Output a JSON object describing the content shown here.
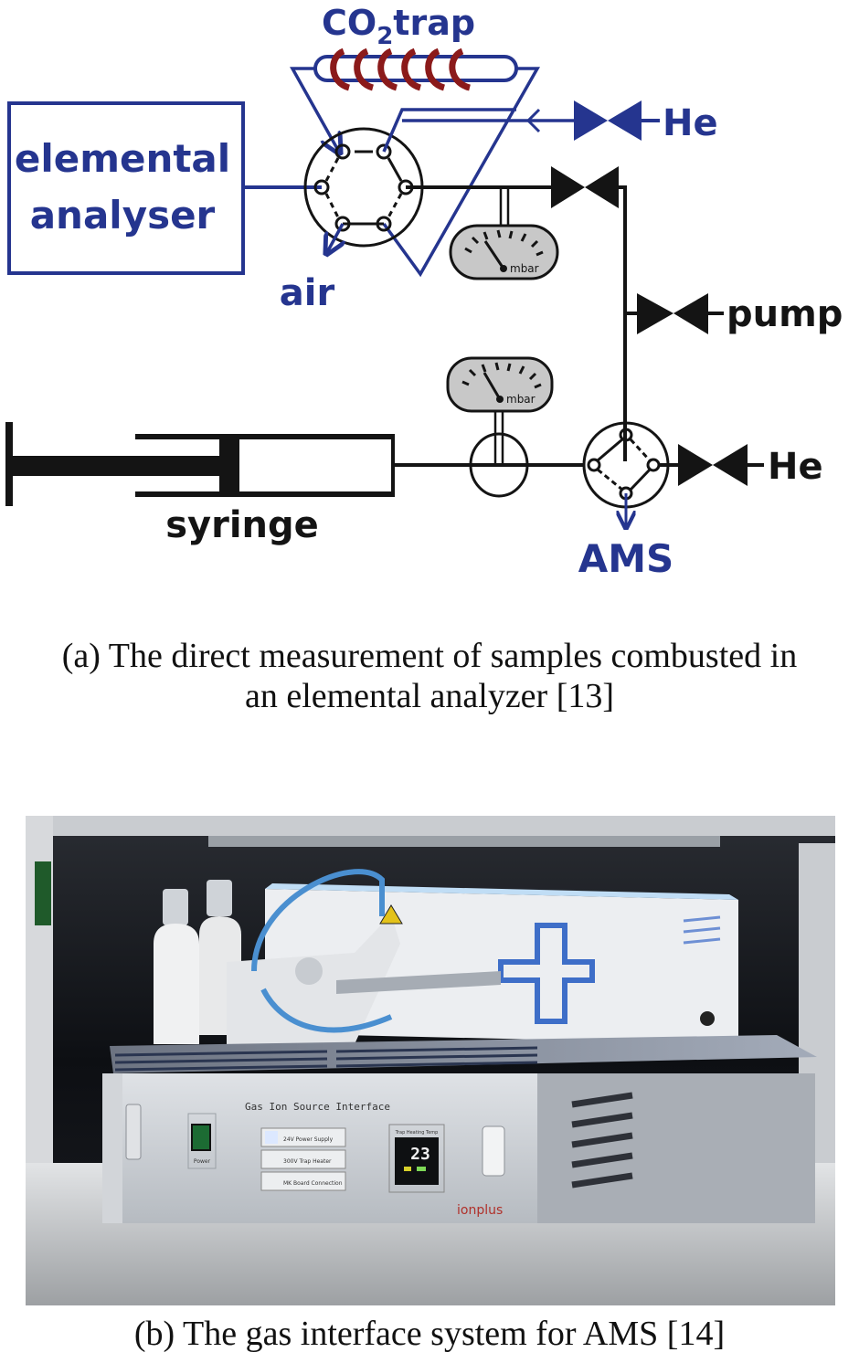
{
  "figure_a": {
    "labels": {
      "co2_trap_prefix": "CO",
      "co2_trap_sub": "2",
      "co2_trap_suffix": "trap",
      "elemental_line1": "elemental",
      "elemental_line2": "analyser",
      "he_top": "He",
      "air": "air",
      "pump": "pump",
      "he_bottom": "He",
      "syringe": "syringe",
      "ams": "AMS",
      "gauge_unit": "mbar"
    },
    "colors": {
      "blue": "#25358f",
      "black": "#141414",
      "coil_red": "#8b1a1a",
      "gauge_fill": "#c8c8c8"
    },
    "caption_line1": "(a) The direct measurement of samples combusted in",
    "caption_line2": "an elemental analyzer [13]"
  },
  "figure_b": {
    "panel_title": "Gas Ion Source Interface",
    "switch_label": "Power",
    "buttons": [
      "24V Power Supply",
      "300V Trap Heater",
      "MK Board Connection"
    ],
    "display_title": "Trap Heating Temp",
    "display_value": "23",
    "brand": "ionplus",
    "caption": "(b) The gas interface system for AMS [14]"
  }
}
